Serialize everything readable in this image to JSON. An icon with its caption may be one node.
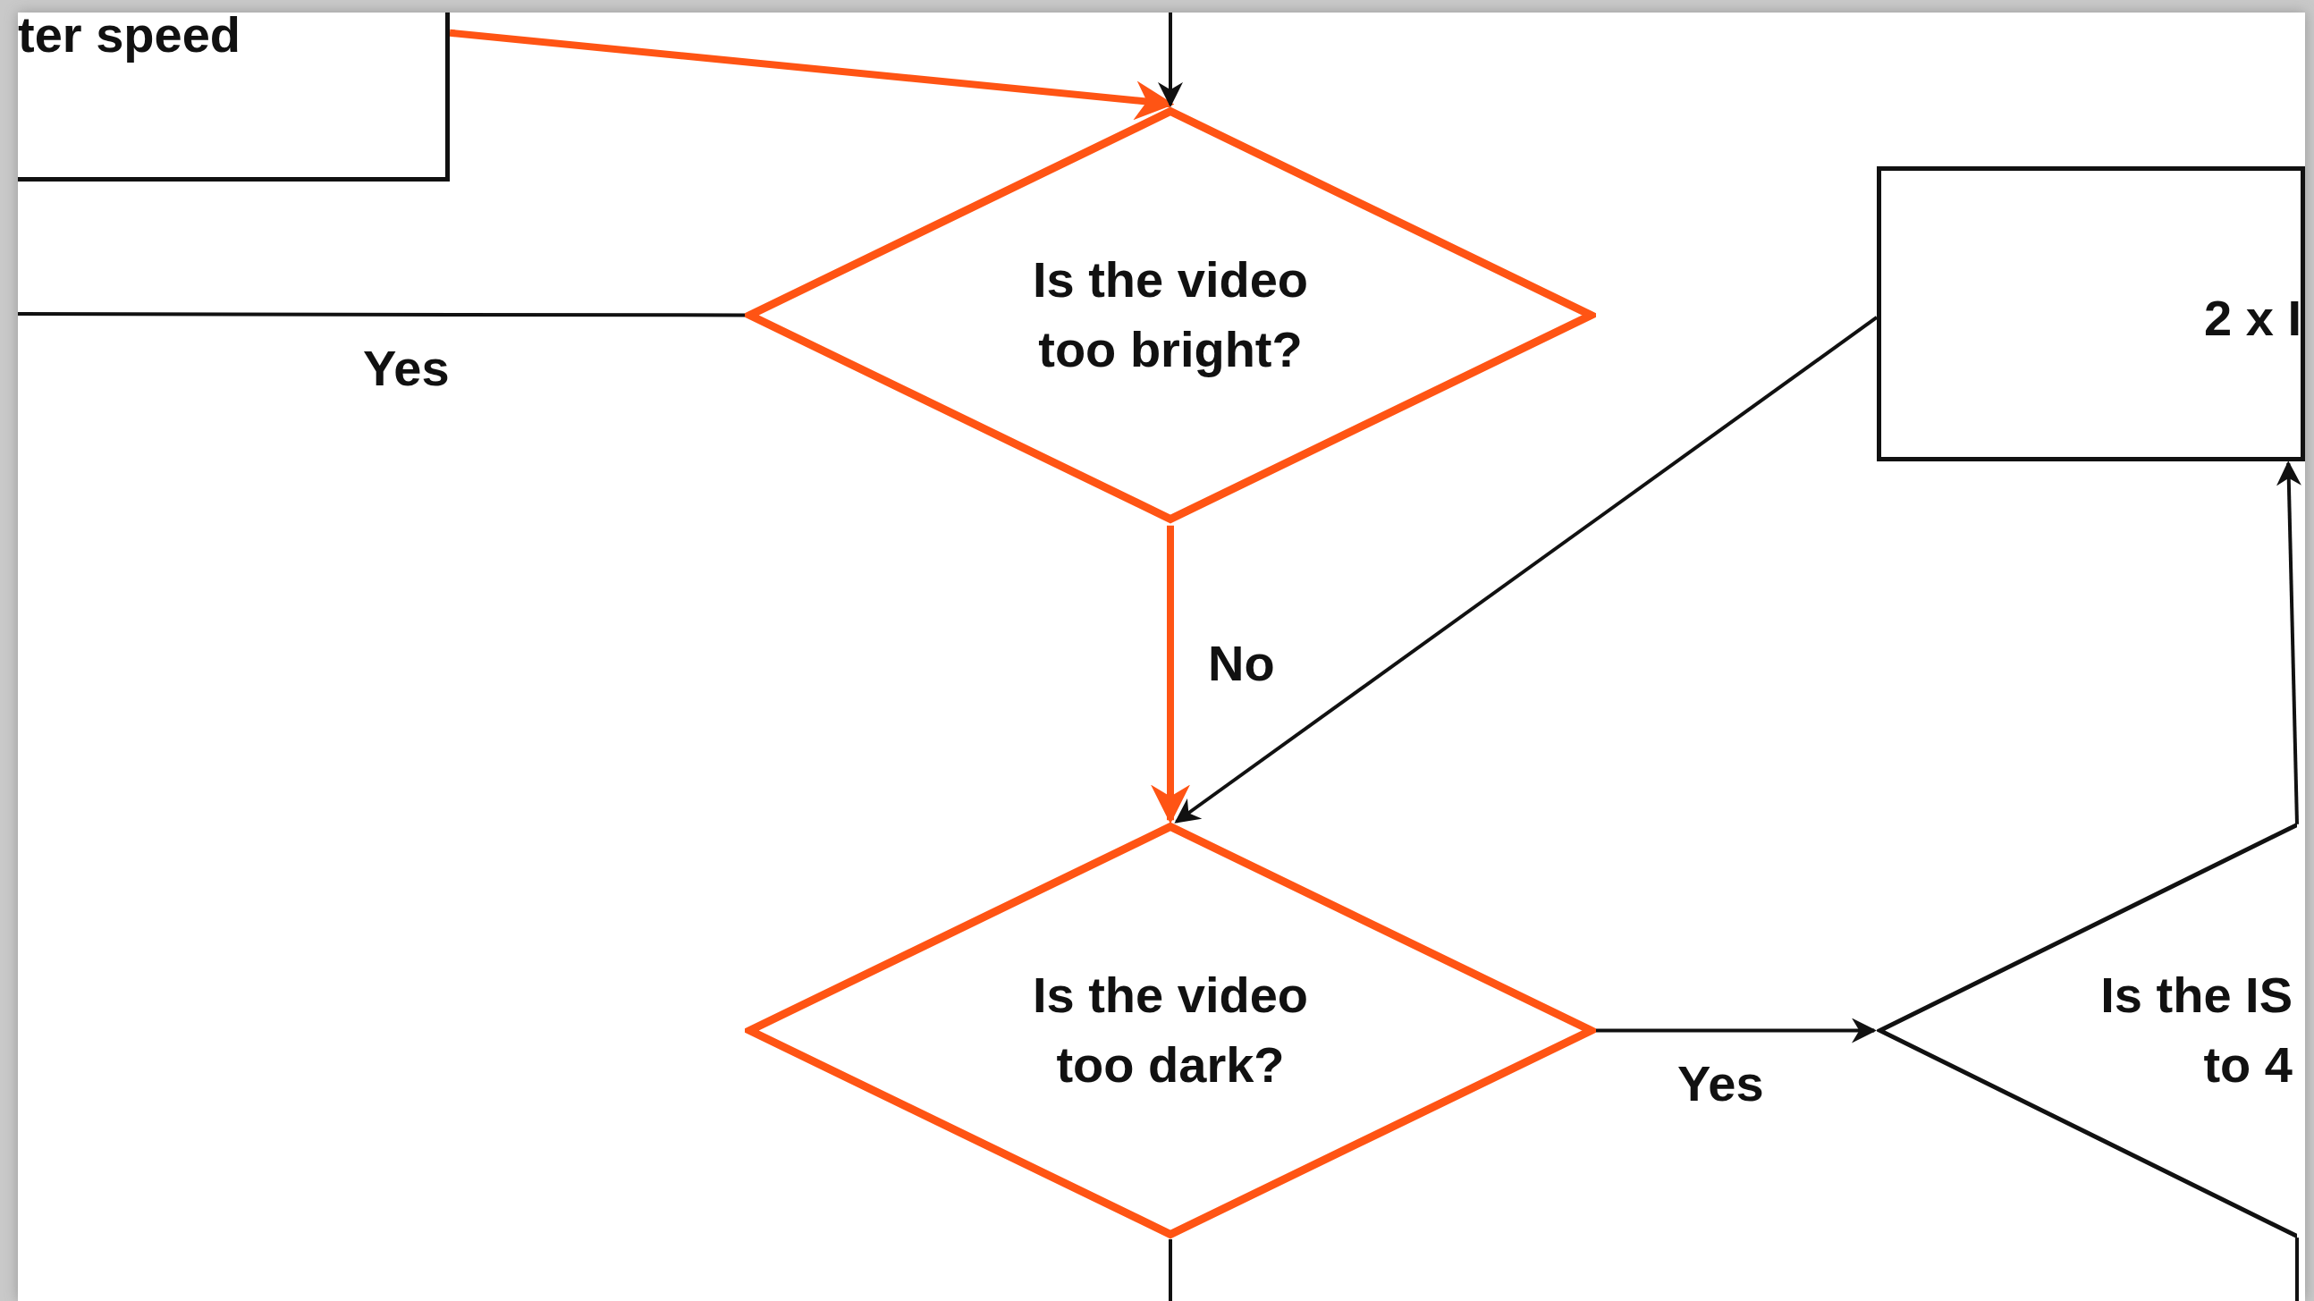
{
  "diagram": {
    "nodes": [
      {
        "text": [
          "ter speed"
        ]
      },
      {
        "text": [
          "Is the video too bright?"
        ]
      },
      {
        "text": [
          "Is the video too dark?"
        ]
      },
      {
        "text": [
          "2 x I"
        ]
      },
      {
        "text": [
          "Is the IS to 4"
        ]
      }
    ],
    "edges": [
      {
        "from": 0,
        "to": 1,
        "arrow": "to",
        "style": "thick",
        "color": "#ff5414"
      },
      {
        "from": null,
        "to": 1,
        "arrow": "to"
      },
      {
        "from": 1,
        "to": null,
        "arrow": "none",
        "label": "Yes"
      },
      {
        "from": 1,
        "to": 2,
        "arrow": "to",
        "label": "No",
        "style": "thick",
        "color": "#ff5414"
      },
      {
        "from": 3,
        "to": 2,
        "arrow": "to"
      },
      {
        "from": 2,
        "to": 4,
        "arrow": "to",
        "label": "Yes"
      },
      {
        "from": 4,
        "to": 3,
        "arrow": "to"
      },
      {
        "from": 2,
        "to": null,
        "arrow": "none"
      },
      {
        "from": 4,
        "to": null,
        "arrow": "none"
      }
    ]
  }
}
